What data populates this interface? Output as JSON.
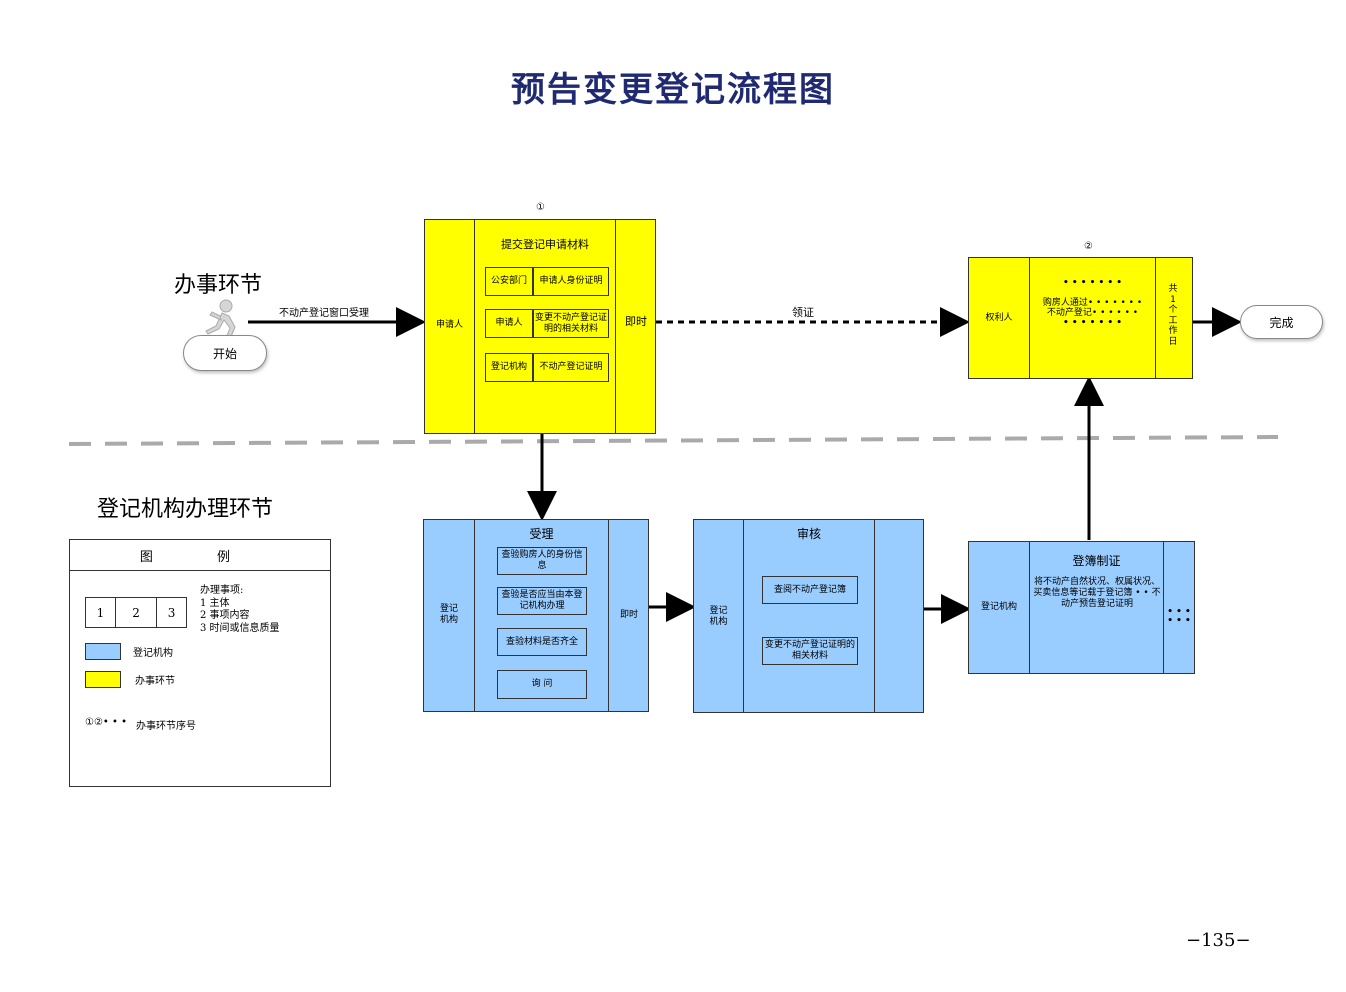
{
  "title": "预告变更登记流程图",
  "sections": {
    "top": "办事环节",
    "bottom": "登记机构办理环节"
  },
  "start": {
    "label": "开始",
    "arrow_label": "不动产登记窗口受理"
  },
  "step1": {
    "number": "①",
    "title": "提交登记申请材料",
    "subject": "申请人",
    "time": "即时",
    "rows": [
      {
        "who": "公安部门",
        "what": "申请人身份证明"
      },
      {
        "who": "申请人",
        "what": "变更不动产登记证明的相关材料"
      },
      {
        "who": "登记机构",
        "what": "不动产登记证明"
      }
    ]
  },
  "collect_label": "领证",
  "step2": {
    "number": "②",
    "subject": "权利人",
    "dots_top": "• • • • • • •",
    "line1": "购房人通过• • • • • • •",
    "line2": "不动产登记• • • • • •",
    "dots_bottom": "• • • • • • •",
    "time": "共1个工作日"
  },
  "end": {
    "label": "完成"
  },
  "accept": {
    "title": "受理",
    "subject": "登记机构",
    "time": "即时",
    "items": [
      "查验购房人的身份信息",
      "查验是否应当由本登记机构办理",
      "查验材料是否齐全",
      "询 问"
    ]
  },
  "review": {
    "title": "审核",
    "subject": "登记机构",
    "items": [
      "查阅不动产登记簿",
      "变更不动产登记证明的相关材料"
    ]
  },
  "register": {
    "title": "登簿制证",
    "subject": "登记机构",
    "content": "将不动产自然状况、权属状况、买卖信息等记载于登记簿 • • 不动产预告登记证明",
    "time": "• • •\n• • •"
  },
  "legend": {
    "title": "图 例",
    "box_cells": [
      "1",
      "2",
      "3"
    ],
    "desc_title": "办理事项:",
    "desc_lines": [
      "1 主体",
      "2 事项内容",
      "3 时间或信息质量"
    ],
    "blue_label": "登记机构",
    "yellow_label": "办事环节",
    "seq_symbols": "①②• • •",
    "seq_label": "办事环节序号"
  },
  "page_number": "−135−",
  "colors": {
    "yellow": "#ffff00",
    "blue": "#99ccff",
    "title": "#1f2a73",
    "dash": "#aaaaaa"
  }
}
